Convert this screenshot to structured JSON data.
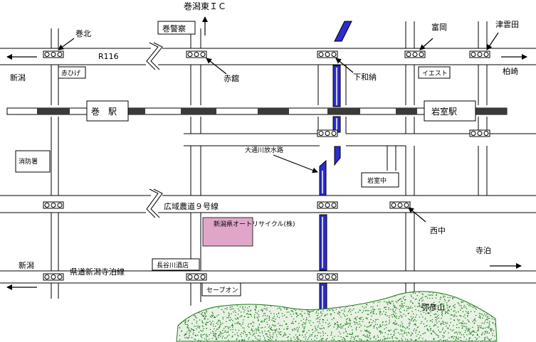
{
  "map": {
    "labels": {
      "maki_higashi_ic": "巻潟東ＩＣ",
      "makikita": "巻北",
      "maki_police": "巻警察",
      "tomioka": "富岡",
      "tsuzumoda": "津雲田",
      "r116": "R116",
      "niigata_top": "新潟",
      "akahige": "赤ひげ",
      "akadate": "赤舘",
      "shimowano": "下和納",
      "iesuto": "イエスト",
      "kashiwazaki": "柏崎",
      "maki_station": "巻　駅",
      "iwamuro_station": "岩室駅",
      "fire_station": "消防署",
      "odori_channel": "大通川放水路",
      "iwamuro_jhs": "岩室中",
      "kouiki_road": "広域農道９号線",
      "auto_recycle": "新潟県オートリサイクル(株)",
      "nishinaka": "西中",
      "teradomari": "寺泊",
      "niigata_bottom": "新潟",
      "prefectural_road": "県道新潟寺泊線",
      "hasegawa": "長谷川酒店",
      "seven_eleven": "セーブオン",
      "yahikoyama": "弥彦山"
    },
    "colors": {
      "road": "#000000",
      "river": "#2c2ccf",
      "railway_dark": "#3a3a3a",
      "company_fill": "#e0a6c8",
      "mountain": "#1f7a1f"
    }
  }
}
